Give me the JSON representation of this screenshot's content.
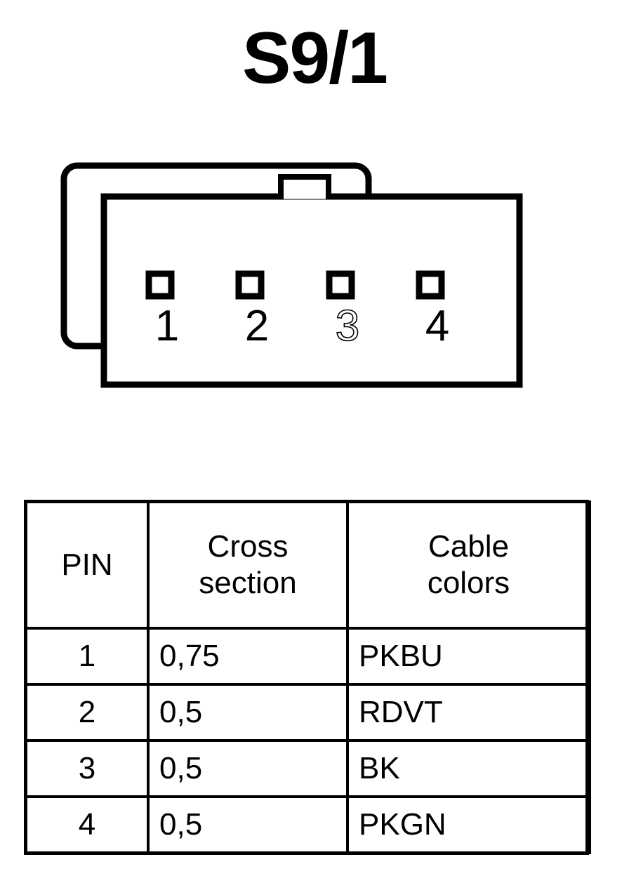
{
  "title": "S9/1",
  "connector": {
    "pin_count": 4,
    "pin_labels": [
      "1",
      "2",
      "3",
      "4"
    ],
    "pin_label_styles": [
      "solid",
      "solid",
      "outline",
      "solid"
    ],
    "line_color": "#000000",
    "fill_color": "#ffffff"
  },
  "table": {
    "headers": {
      "pin": [
        "PIN"
      ],
      "cross_section": [
        "Cross",
        "section"
      ],
      "cable_colors": [
        "Cable",
        "colors"
      ]
    },
    "rows": [
      {
        "pin": "1",
        "cross_section": "0,75",
        "cable_colors": "PKBU"
      },
      {
        "pin": "2",
        "cross_section": "0,5",
        "cable_colors": "RDVT"
      },
      {
        "pin": "3",
        "cross_section": "0,5",
        "cable_colors": "BK"
      },
      {
        "pin": "4",
        "cross_section": "0,5",
        "cable_colors": "PKGN"
      }
    ]
  }
}
